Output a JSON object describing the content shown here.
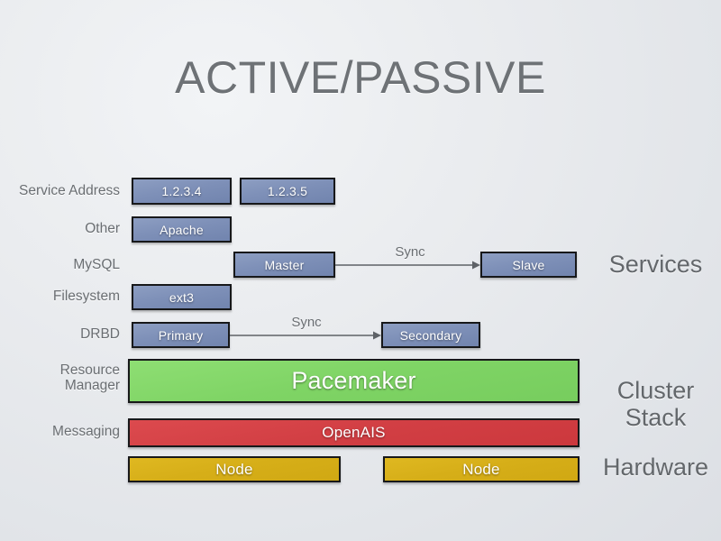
{
  "slide": {
    "title": "ACTIVE/PASSIVE",
    "background_color": "#e8eaee",
    "title_color": "#6e7276"
  },
  "colors": {
    "service_box": "#7e90b8",
    "resource_manager_bar": "#7fd465",
    "messaging_bar": "#d23f44",
    "hardware_bar": "#d6ae18",
    "box_border": "#17181a",
    "label_text": "#6a6e72"
  },
  "row_labels": [
    {
      "id": "service-address",
      "text": "Service Address"
    },
    {
      "id": "other",
      "text": "Other"
    },
    {
      "id": "mysql",
      "text": "MySQL"
    },
    {
      "id": "filesystem",
      "text": "Filesystem"
    },
    {
      "id": "drbd",
      "text": "DRBD"
    },
    {
      "id": "resource-manager",
      "line1": "Resource",
      "line2": "Manager"
    },
    {
      "id": "messaging",
      "text": "Messaging"
    }
  ],
  "group_labels": [
    {
      "id": "services",
      "text": "Services"
    },
    {
      "id": "cluster-stack",
      "line1": "Cluster",
      "line2": "Stack"
    },
    {
      "id": "hardware",
      "text": "Hardware"
    }
  ],
  "boxes": {
    "service_address_active": "1.2.3.4",
    "service_address_passive": "1.2.3.5",
    "other_active": "Apache",
    "mysql_master": "Master",
    "mysql_slave": "Slave",
    "filesystem_active": "ext3",
    "drbd_primary": "Primary",
    "drbd_secondary": "Secondary",
    "resource_manager": "Pacemaker",
    "messaging": "OpenAIS",
    "hardware_node_left": "Node",
    "hardware_node_right": "Node"
  },
  "arrows": [
    {
      "id": "mysql-sync",
      "label": "Sync",
      "from": "Master",
      "to": "Slave"
    },
    {
      "id": "drbd-sync",
      "label": "Sync",
      "from": "Primary",
      "to": "Secondary"
    }
  ]
}
